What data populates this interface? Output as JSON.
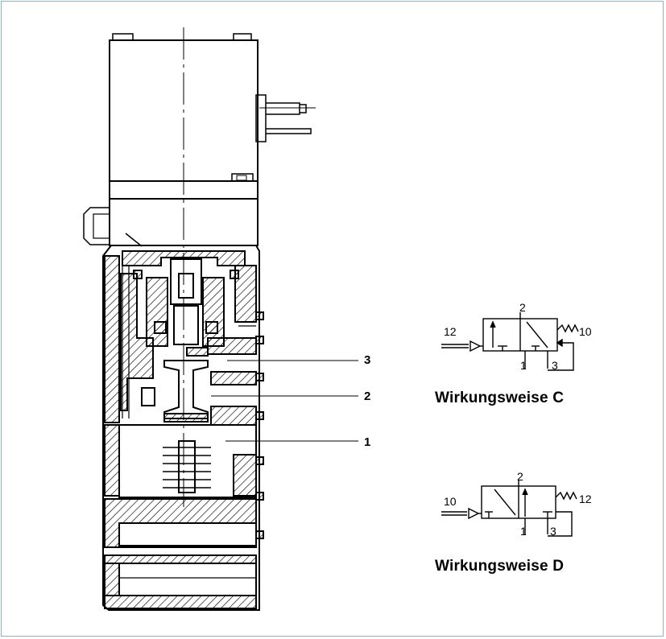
{
  "callouts": [
    "3",
    "2",
    "1"
  ],
  "symbol_c": {
    "caption": "Wirkungsweise C",
    "ports": {
      "pilot": "12",
      "outlet": "2",
      "spring": "10",
      "inlet": "1",
      "exhaust": "3"
    }
  },
  "symbol_d": {
    "caption": "Wirkungsweise D",
    "ports": {
      "pilot": "10",
      "outlet": "2",
      "spring": "12",
      "inlet": "1",
      "exhaust": "3"
    }
  },
  "colors": {
    "line": "#000000",
    "frame": "#8fb0c9",
    "background": "#ffffff"
  }
}
